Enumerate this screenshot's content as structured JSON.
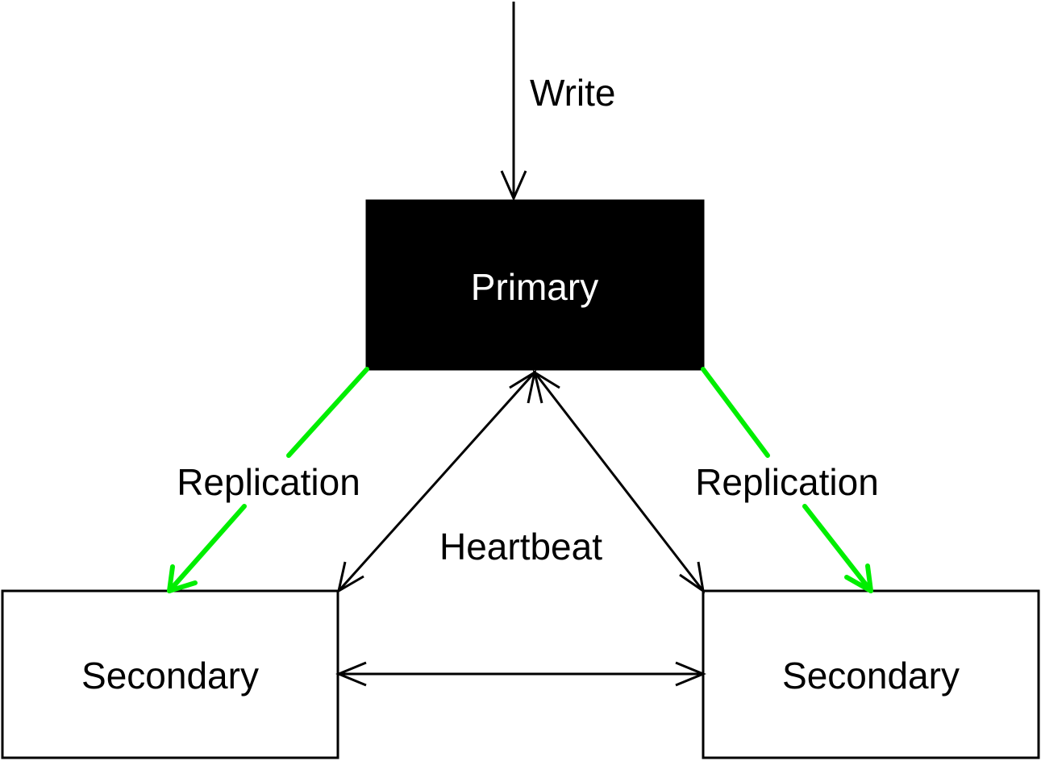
{
  "nodes": {
    "primary": {
      "label": "Primary",
      "fill": "#000000",
      "text_color": "#ffffff"
    },
    "secondary_left": {
      "label": "Secondary",
      "fill": "#ffffff",
      "text_color": "#000000"
    },
    "secondary_right": {
      "label": "Secondary",
      "fill": "#ffffff",
      "text_color": "#000000"
    }
  },
  "edges": {
    "write": {
      "label": "Write",
      "color": "#000000"
    },
    "replication_left": {
      "label": "Replication",
      "color": "#00ee00"
    },
    "replication_right": {
      "label": "Replication",
      "color": "#00ee00"
    },
    "heartbeat": {
      "label": "Heartbeat",
      "color": "#000000"
    }
  }
}
